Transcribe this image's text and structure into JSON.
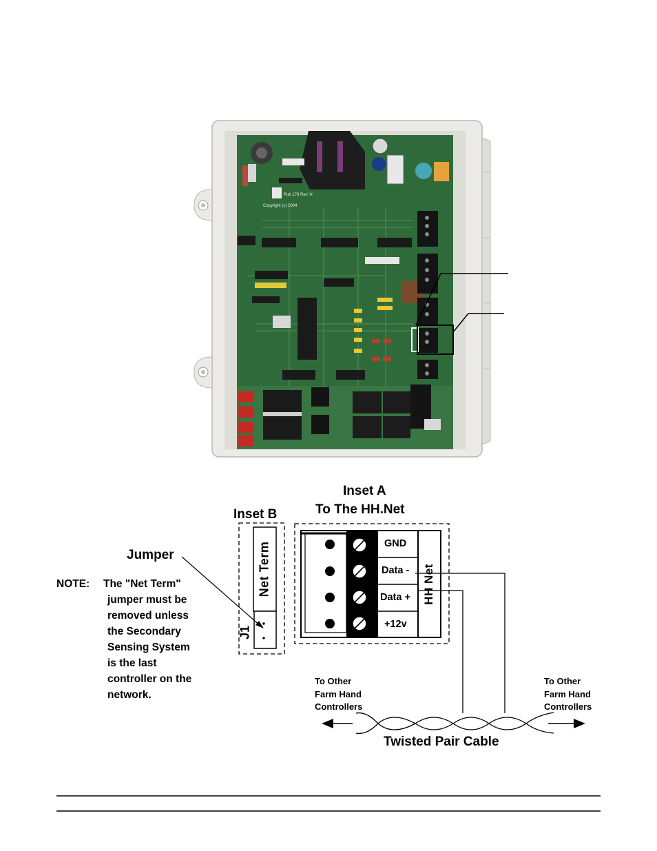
{
  "photo": {
    "board_label": "Pub 179 Rev 'A'",
    "copyright": "Copyright (c) 2004"
  },
  "inset_a": {
    "title": "Inset A",
    "subtitle": "To The HH.Net"
  },
  "inset_b": {
    "title": "Inset B",
    "header_label": "J1",
    "jumper_label": "Net Term"
  },
  "terminal": {
    "labels": [
      "GND",
      "Data -",
      "Data +",
      "+12v"
    ],
    "side_label": "HH Net"
  },
  "jumper_callout": "Jumper",
  "note": {
    "prefix": "NOTE:",
    "lines": [
      "The \"Net Term\"",
      "jumper must be",
      "removed unless",
      "the Secondary",
      "Sensing System",
      "is the last",
      "controller on the",
      "network."
    ]
  },
  "cable": {
    "label": "Twisted Pair Cable",
    "left_label": [
      "To Other",
      "Farm Hand",
      "Controllers"
    ],
    "right_label": [
      "To Other",
      "Farm Hand",
      "Controllers"
    ]
  },
  "colors": {
    "board_green": "#2f6b3a",
    "housing": "#eceae6",
    "line": "#000000"
  }
}
